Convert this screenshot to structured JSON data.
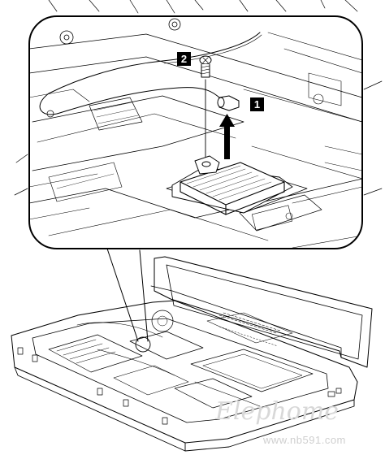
{
  "callouts": [
    {
      "id": "1",
      "label": "1"
    },
    {
      "id": "2",
      "label": "2"
    }
  ],
  "watermark": {
    "script": "Elephome",
    "url": "www.nb591.com"
  },
  "colors": {
    "line": "#000000",
    "background": "#ffffff",
    "callout_bg": "#000000",
    "callout_text": "#ffffff",
    "watermark": "#d0d0d0"
  }
}
